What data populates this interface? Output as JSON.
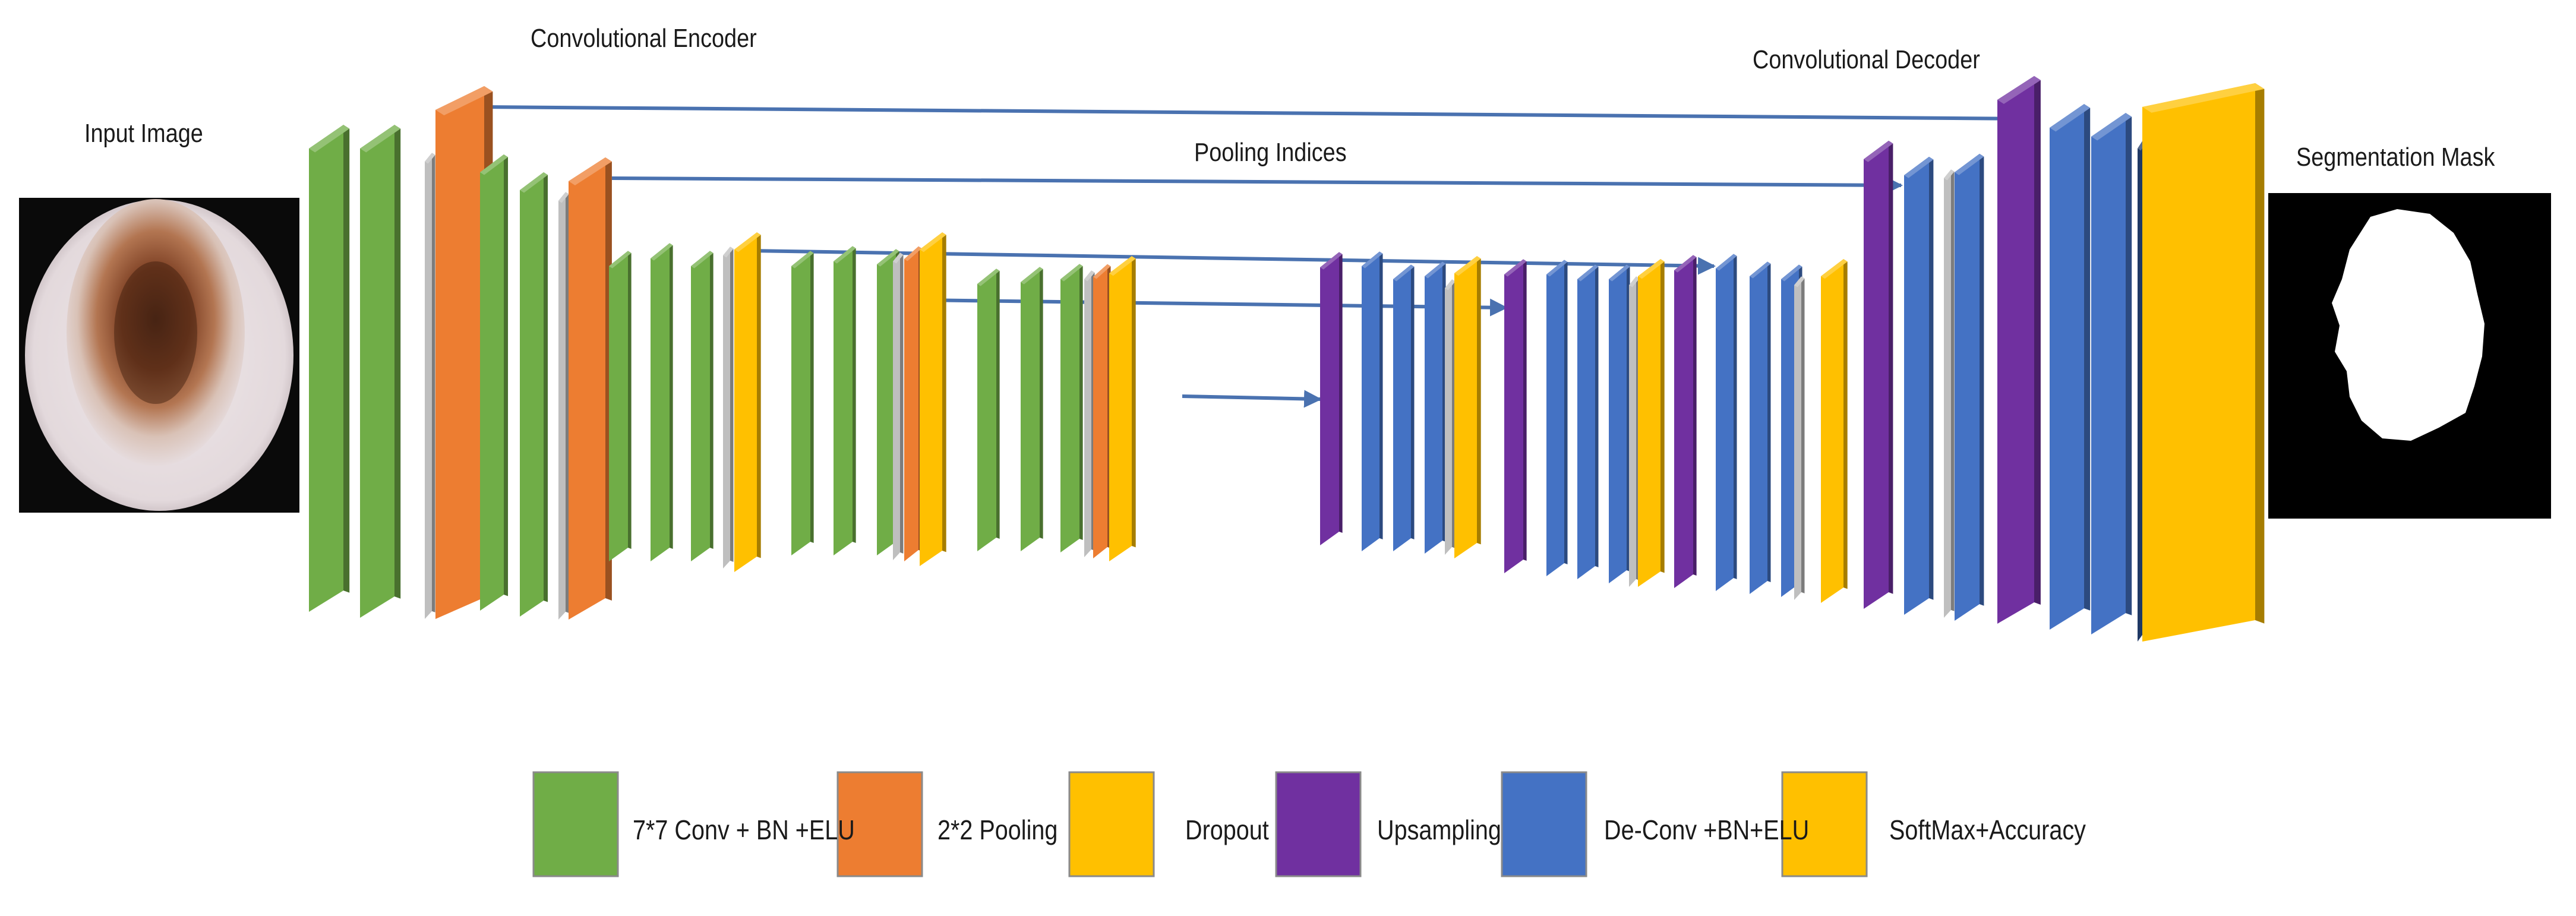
{
  "labels": {
    "input_image": "Input Image",
    "encoder": "Convolutional Encoder",
    "decoder": "Convolutional Decoder",
    "pooling_indices": "Pooling Indices",
    "segmentation_mask": "Segmentation Mask"
  },
  "colors": {
    "conv": "#70ad47",
    "pool": "#ed7d31",
    "dropout": "#ffc000",
    "upsample": "#7030a0",
    "deconv": "#4472c4",
    "softmax": "#ffc000",
    "separator": "#bfbfbf",
    "arrow": "#4a72b0"
  },
  "legend": [
    {
      "key": "conv",
      "label": "7*7 Conv + BN +ELU"
    },
    {
      "key": "pool",
      "label": "2*2 Pooling"
    },
    {
      "key": "dropout",
      "label": "Dropout"
    },
    {
      "key": "upsample",
      "label": "Upsampling"
    },
    {
      "key": "deconv",
      "label": "De-Conv +BN+ELU"
    },
    {
      "key": "softmax",
      "label": "SoftMax+Accuracy"
    }
  ]
}
